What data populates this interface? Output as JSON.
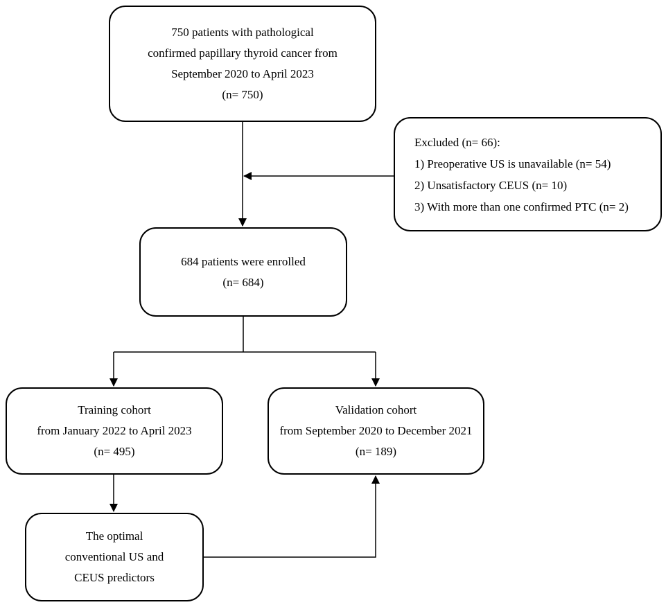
{
  "boxes": {
    "initial": {
      "lines": [
        "750 patients with pathological",
        "confirmed papillary thyroid cancer from",
        "September 2020 to April 2023",
        "(n= 750)"
      ]
    },
    "excluded": {
      "lines": [
        "Excluded (n= 66):",
        "1) Preoperative US is unavailable (n= 54)",
        "2) Unsatisfactory CEUS (n= 10)",
        "3) With more than one confirmed PTC (n= 2)"
      ]
    },
    "enrolled": {
      "lines": [
        "684 patients were enrolled",
        "(n= 684)"
      ]
    },
    "training": {
      "lines": [
        "Training cohort",
        "from January 2022 to April 2023",
        "(n= 495)"
      ]
    },
    "validation": {
      "lines": [
        "Validation cohort",
        "from September 2020 to December 2021",
        "(n= 189)"
      ]
    },
    "predictors": {
      "lines": [
        "The optimal",
        "conventional US and",
        "CEUS predictors"
      ]
    }
  }
}
